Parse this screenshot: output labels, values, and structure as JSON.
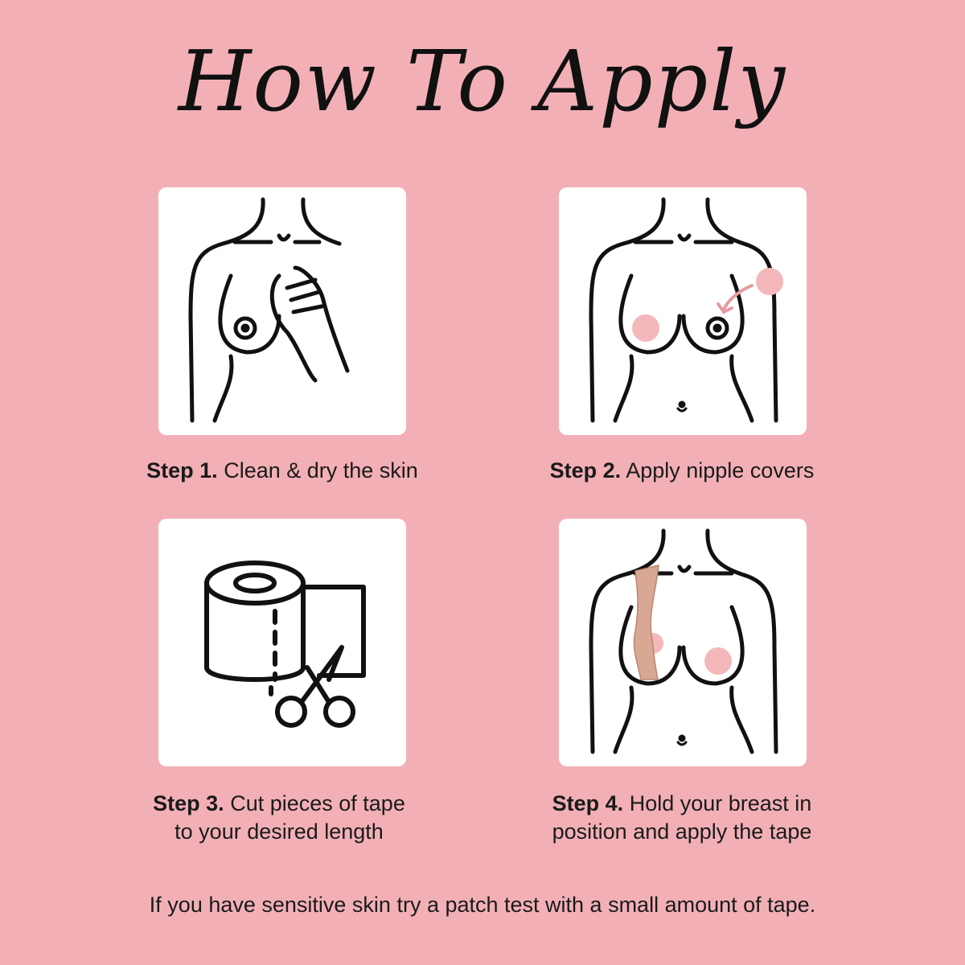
{
  "title": "How To Apply",
  "steps": [
    {
      "label": "Step 1.",
      "text": "Clean & dry the skin",
      "text2": ""
    },
    {
      "label": "Step 2.",
      "text": "Apply nipple covers",
      "text2": ""
    },
    {
      "label": "Step 3.",
      "text": "Cut pieces of tape",
      "text2": "to your desired length"
    },
    {
      "label": "Step 4.",
      "text": "Hold your breast in",
      "text2": "position and apply the tape"
    }
  ],
  "note": "If you have sensitive skin try a patch test with a small amount of tape.",
  "colors": {
    "background": "#f2b0b6",
    "card": "#ffffff",
    "nipple_cover": "#f4b8bb",
    "tape": "#d9a894"
  }
}
